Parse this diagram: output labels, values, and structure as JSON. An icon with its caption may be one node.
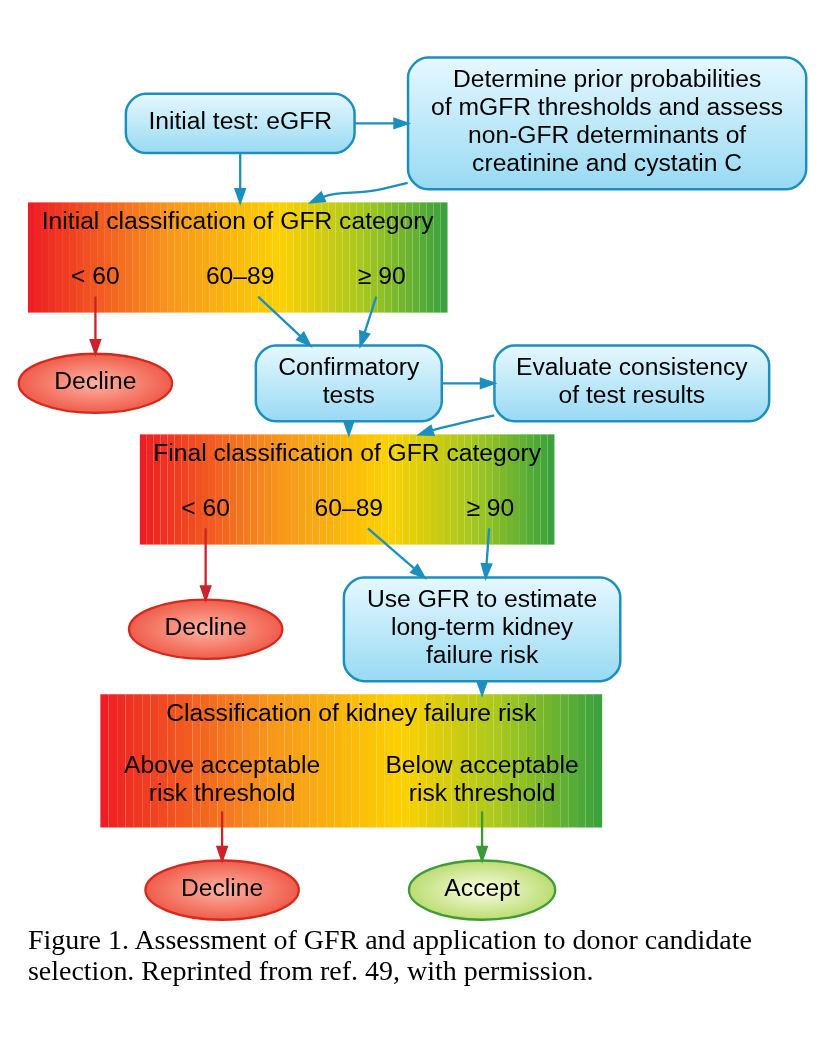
{
  "diagram": {
    "caption": "Figure 1. Assessment of GFR and application to donor candidate selection. Reprinted from ref. 49, with permission.",
    "nodes": [
      {
        "text": [
          "Initial test: eGFR"
        ]
      },
      {
        "text": [
          "Determine prior probabilities of mGFR thresholds and assess non-GFR determinants of creatinine and cystatin C"
        ]
      },
      {
        "text": [
          "Initial classification of GFR category"
        ]
      },
      {
        "text": [
          "< 60"
        ],
        "in": 2
      },
      {
        "text": [
          "60–89"
        ],
        "in": 2
      },
      {
        "text": [
          "≥ 90"
        ],
        "in": 2
      },
      {
        "text": [
          "Decline"
        ]
      },
      {
        "text": [
          "Confirmatory tests"
        ]
      },
      {
        "text": [
          "Evaluate consistency of test results"
        ]
      },
      {
        "text": [
          "Final classification of GFR category"
        ]
      },
      {
        "text": [
          "< 60"
        ],
        "in": 9
      },
      {
        "text": [
          "60–89"
        ],
        "in": 9
      },
      {
        "text": [
          "≥ 90"
        ],
        "in": 9
      },
      {
        "text": [
          "Decline"
        ]
      },
      {
        "text": [
          "Use GFR to estimate long-term kidney failure risk"
        ]
      },
      {
        "text": [
          "Classification of kidney failure risk"
        ]
      },
      {
        "text": [
          "Above acceptable risk threshold"
        ],
        "in": 15
      },
      {
        "text": [
          "Below acceptable risk threshold"
        ],
        "in": 15
      },
      {
        "text": [
          "Decline"
        ]
      },
      {
        "text": [
          "Accept"
        ]
      }
    ],
    "edges": [
      {
        "from": 0,
        "to": 1,
        "arrow": "to"
      },
      {
        "from": 0,
        "to": 2,
        "arrow": "to"
      },
      {
        "from": 1,
        "to": 2,
        "arrow": "to"
      },
      {
        "from": 3,
        "to": 6,
        "arrow": "to",
        "color": "#cc2229"
      },
      {
        "from": 4,
        "to": 7,
        "arrow": "to"
      },
      {
        "from": 5,
        "to": 7,
        "arrow": "to"
      },
      {
        "from": 7,
        "to": 8,
        "arrow": "to"
      },
      {
        "from": 7,
        "to": 9,
        "arrow": "to"
      },
      {
        "from": 8,
        "to": 9,
        "arrow": "to"
      },
      {
        "from": 10,
        "to": 13,
        "arrow": "to",
        "color": "#cc2229"
      },
      {
        "from": 11,
        "to": 14,
        "arrow": "to"
      },
      {
        "from": 12,
        "to": 14,
        "arrow": "to"
      },
      {
        "from": 14,
        "to": 15,
        "arrow": "to"
      },
      {
        "from": 16,
        "to": 18,
        "arrow": "to",
        "color": "#cc2229"
      },
      {
        "from": 17,
        "to": 19,
        "arrow": "to",
        "color": "#3a9a35"
      }
    ]
  }
}
